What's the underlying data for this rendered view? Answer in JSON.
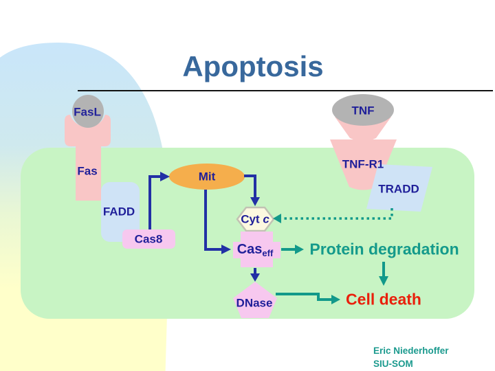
{
  "slide": {
    "title": "Apoptosis",
    "credit_line1": "Eric Niederhoffer",
    "credit_line2": "SIU-SOM"
  },
  "nodes": {
    "fasl": "FasL",
    "fas": "Fas",
    "fadd": "FADD",
    "cas8": "Cas8",
    "mit": "Mit",
    "cytc_word": "Cyt",
    "cytc_letter": "c",
    "caseff_word": "Cas",
    "caseff_sub": "eff",
    "dnase": "DNase",
    "tnf": "TNF",
    "tnfr1": "TNF-R1",
    "tradd": "TRADD"
  },
  "outcomes": {
    "protein_degradation": "Protein degradation",
    "cell_death": "Cell death"
  },
  "colors": {
    "title_blue": "#38689c",
    "label_navy": "#1f1f99",
    "arrow_blue": "#2230a5",
    "teal": "#12998a",
    "cell_death_red": "#e9200c",
    "membrane_green": "#c8f4c4",
    "receptor_pink": "#f9c6c6",
    "ligand_gray": "#b3b3b3",
    "mit_orange": "#f5ae4c",
    "adapter_blue": "#cfe3f6",
    "caspase_pink": "#f7c8ef",
    "cytc_cream": "#fcf8e0",
    "bg_blue": "#c9e6fa",
    "bg_yellow": "#ffffca"
  }
}
